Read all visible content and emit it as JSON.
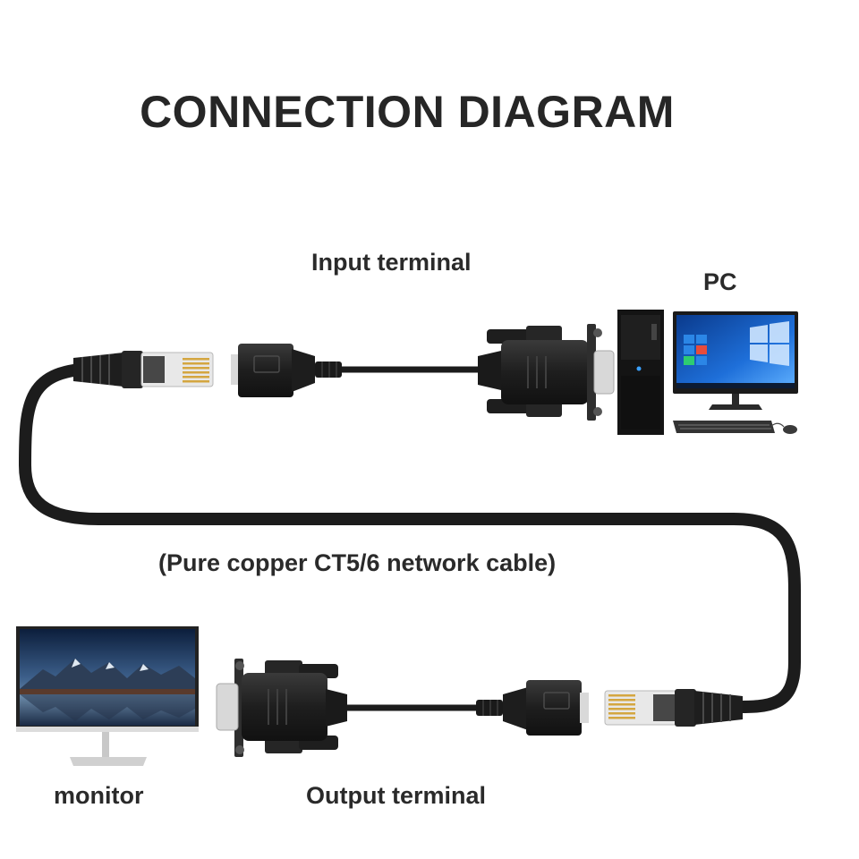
{
  "title": "CONNECTION DIAGRAM",
  "labels": {
    "input_terminal": "Input terminal",
    "pc": "PC",
    "cable": "(Pure copper CT5/6 network cable)",
    "monitor": "monitor",
    "output_terminal": "Output terminal"
  },
  "colors": {
    "cable": "#1c1c1c",
    "connector_body": "#222222",
    "text": "#2a2a2a",
    "screen_blue": "#1e6fd9",
    "rj45_clear": "#e8e8e8",
    "gold_pins": "#d4a640"
  },
  "icons": [
    "rj45-plug-icon",
    "rj45-coupler-icon",
    "db9-connector-icon",
    "pc-tower-icon",
    "pc-monitor-icon",
    "keyboard-icon",
    "mouse-icon",
    "display-monitor-icon"
  ]
}
